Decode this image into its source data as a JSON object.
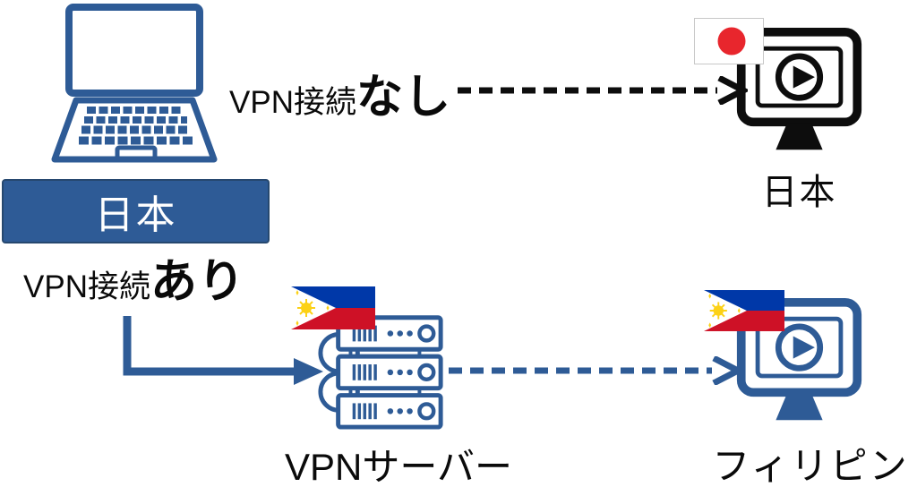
{
  "diagram": {
    "client": {
      "country": "日本"
    },
    "routes": {
      "no_vpn": {
        "prefix": "VPN接続",
        "emphasis": "なし"
      },
      "vpn": {
        "prefix": "VPN接続",
        "emphasis": "あり"
      }
    },
    "destinations": {
      "japan_monitor": {
        "label": "日本"
      },
      "vpn_server": {
        "label": "VPNサーバー"
      },
      "philippines_monitor": {
        "label": "フィリピン"
      }
    }
  },
  "icons": {
    "laptop": "laptop-icon",
    "japan_flag": "japan-flag-icon",
    "philippines_flag": "philippines-flag-icon",
    "monitor_play": "monitor-play-icon",
    "server": "server-stack-icon",
    "dashed_arrow": "dashed-arrow",
    "elbow_arrow": "elbow-arrow"
  },
  "colors": {
    "accent": "#2e5b96",
    "ink": "#0d0d0d",
    "japan_flag_red": "#e8262d",
    "ph_blue": "#0038a8",
    "ph_red": "#ce1126",
    "ph_yellow": "#fcd116"
  }
}
